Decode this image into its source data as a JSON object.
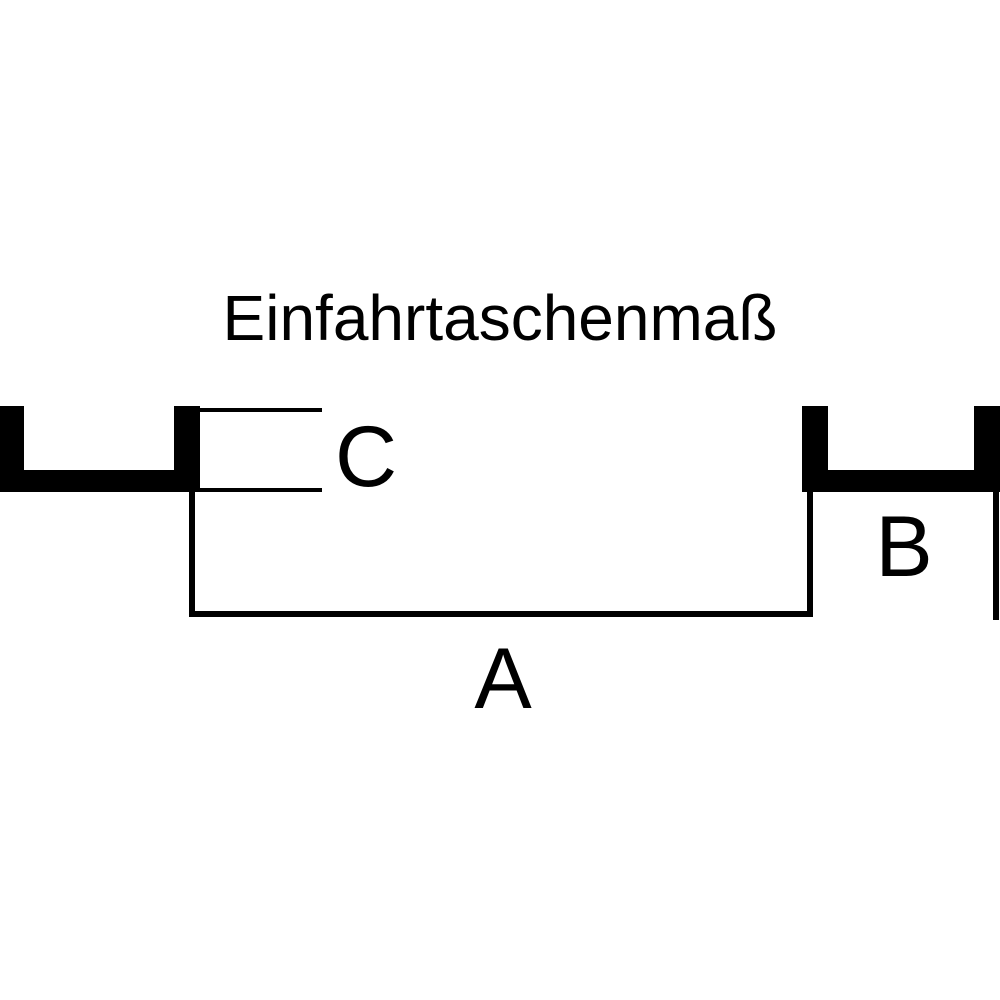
{
  "diagram": {
    "title": "Einfahrtaschenmaß",
    "labels": {
      "a": "A",
      "b": "B",
      "c": "C"
    },
    "colors": {
      "ink": "#000000",
      "background": "#ffffff"
    }
  }
}
